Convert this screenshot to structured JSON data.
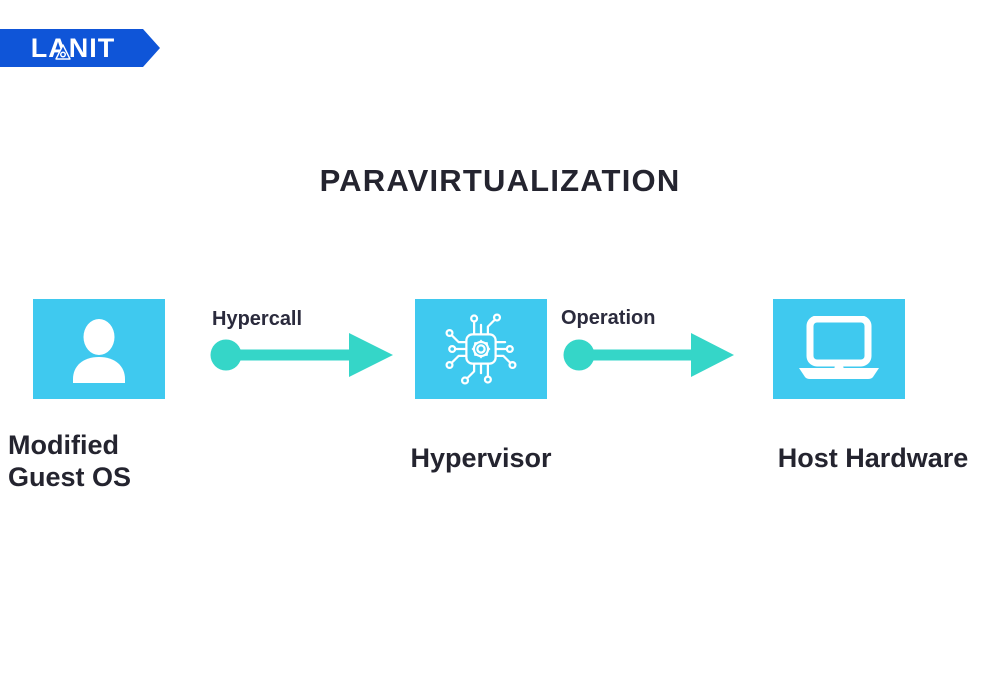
{
  "brand": {
    "banner_text": "LANIT",
    "banner_color": "#0F55D8",
    "glyph_icon": "triangle-eye-icon"
  },
  "diagram": {
    "title": "PARAVIRTUALIZATION",
    "title_color": "#24242F",
    "node_color": "#3FC9EF",
    "connector_color": "#35D6C8",
    "nodes": [
      {
        "id": "guest-os",
        "label": "Modified\nGuest OS",
        "icon": "user-icon"
      },
      {
        "id": "hypervisor",
        "label": "Hypervisor",
        "icon": "microchip-gear-icon"
      },
      {
        "id": "host-hardware",
        "label": "Host Hardware",
        "icon": "laptop-icon"
      }
    ],
    "connectors": [
      {
        "id": "hypercall",
        "label": "Hypercall",
        "from": "guest-os",
        "to": "hypervisor",
        "direction": "right"
      },
      {
        "id": "operation",
        "label": "Operation",
        "from": "hypervisor",
        "to": "host-hardware",
        "direction": "right"
      }
    ]
  }
}
